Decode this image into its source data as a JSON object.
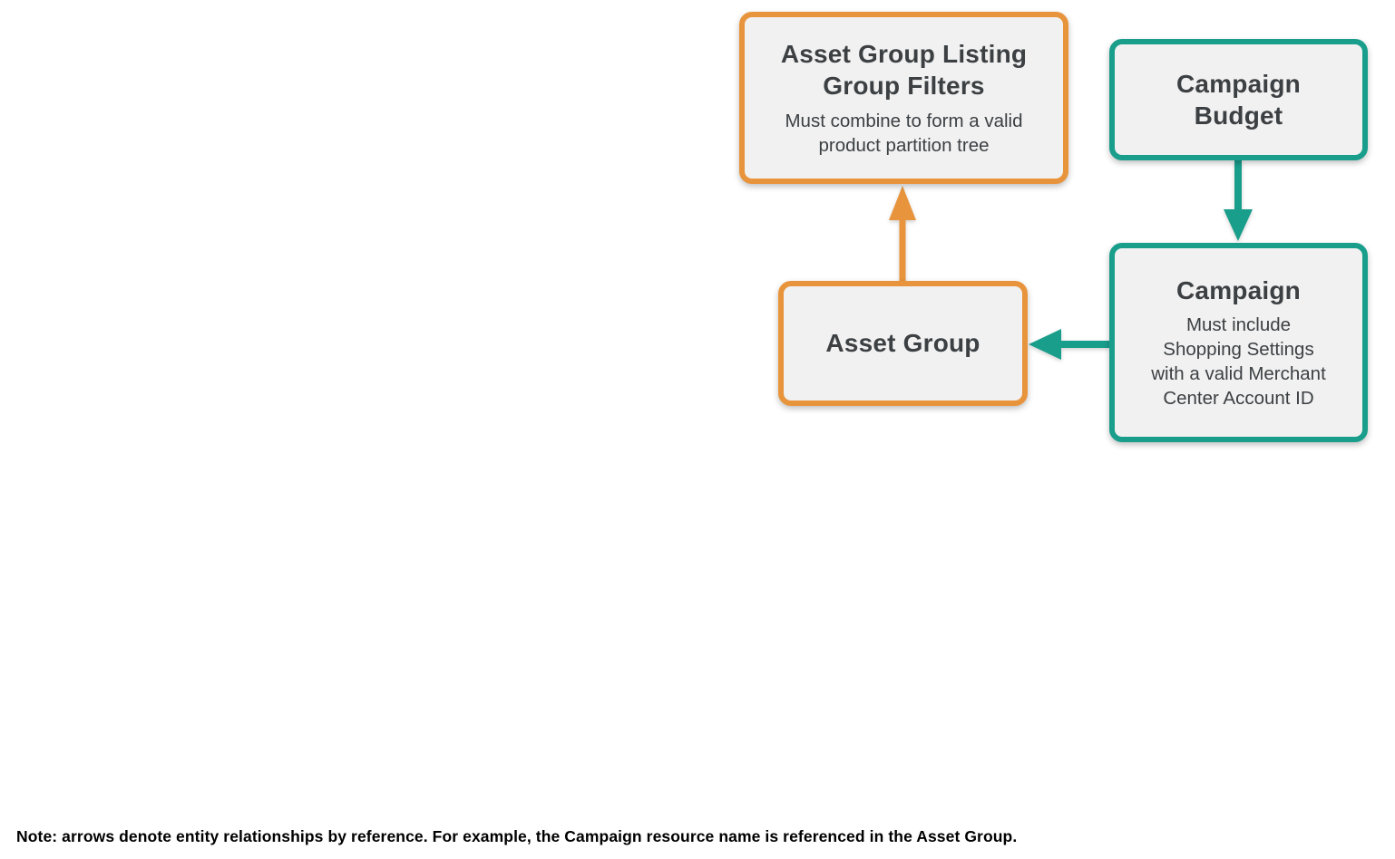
{
  "colors": {
    "orange": "#E8943C",
    "teal": "#1A9E8C",
    "box_fill": "#F1F1F1",
    "title_text": "#3C4043",
    "subtitle_text": "#3C4043",
    "note_text": "#000000"
  },
  "diagram": {
    "nodes": [
      {
        "id": "asset-group-listing-group-filters",
        "title": "Asset Group Listing\nGroup Filters",
        "subtitle": "Must combine to form a valid\nproduct partition tree",
        "accent": "orange"
      },
      {
        "id": "campaign-budget",
        "title": "Campaign\nBudget",
        "subtitle": "",
        "accent": "teal"
      },
      {
        "id": "asset-group",
        "title": "Asset Group",
        "subtitle": "",
        "accent": "orange"
      },
      {
        "id": "campaign",
        "title": "Campaign",
        "subtitle": "Must include\nShopping Settings\nwith a valid Merchant\nCenter Account ID",
        "accent": "teal"
      }
    ],
    "edges": [
      {
        "from": "asset-group",
        "to": "asset-group-listing-group-filters",
        "color": "orange",
        "direction": "up"
      },
      {
        "from": "campaign-budget",
        "to": "campaign",
        "color": "teal",
        "direction": "down"
      },
      {
        "from": "campaign",
        "to": "asset-group",
        "color": "teal",
        "direction": "left"
      }
    ]
  },
  "note": {
    "text": "Note: arrows denote entity relationships by reference. For example, the Campaign resource name is referenced in the Asset Group."
  }
}
